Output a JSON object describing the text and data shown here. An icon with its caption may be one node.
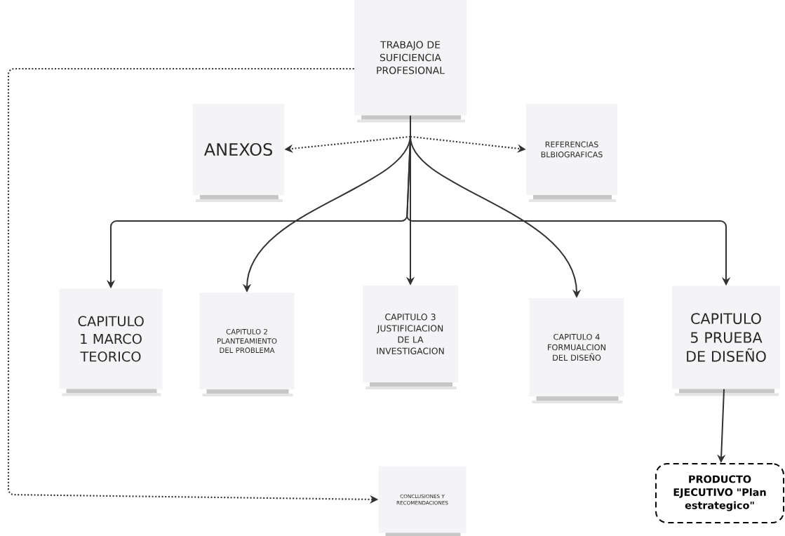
{
  "diagram": {
    "nodes": [
      {
        "text": [
          "TRABAJO DE SUFICIENCIA PROFESIONAL"
        ]
      },
      {
        "text": [
          "ANEXOS"
        ]
      },
      {
        "text": [
          "REFERENCIAS BLBIOGRAFICAS"
        ]
      },
      {
        "text": [
          "CAPITULO 1 MARCO TEORICO"
        ]
      },
      {
        "text": [
          "CAPITULO 2 PLANTEAMIENTO DEL PROBLEMA"
        ]
      },
      {
        "text": [
          "CAPITULO 3 JUSTIFICIACION DE LA INVESTIGACION"
        ]
      },
      {
        "text": [
          "CAPITULO 4 FORMUALCION DEL DISEÑO"
        ]
      },
      {
        "text": [
          "CAPITULO 5 PRUEBA DE DISEÑO"
        ]
      },
      {
        "text": [
          "CONCLUSIONES Y RECOMENDACIONES"
        ]
      },
      {
        "text": [
          "PRODUCTO EJECUTIVO \"Plan estrategico\""
        ]
      }
    ],
    "edges": [
      {
        "from": 0,
        "to": 1,
        "arrow": "to",
        "style": "dashed"
      },
      {
        "from": 0,
        "to": 2,
        "arrow": "to",
        "style": "dashed"
      },
      {
        "from": 0,
        "to": 3,
        "arrow": "to"
      },
      {
        "from": 0,
        "to": 4,
        "arrow": "to"
      },
      {
        "from": 0,
        "to": 5,
        "arrow": "to"
      },
      {
        "from": 0,
        "to": 6,
        "arrow": "to"
      },
      {
        "from": 0,
        "to": 7,
        "arrow": "to"
      },
      {
        "from": 0,
        "to": 8,
        "arrow": "to",
        "style": "dashed"
      },
      {
        "from": 7,
        "to": 9,
        "arrow": "to"
      }
    ]
  }
}
